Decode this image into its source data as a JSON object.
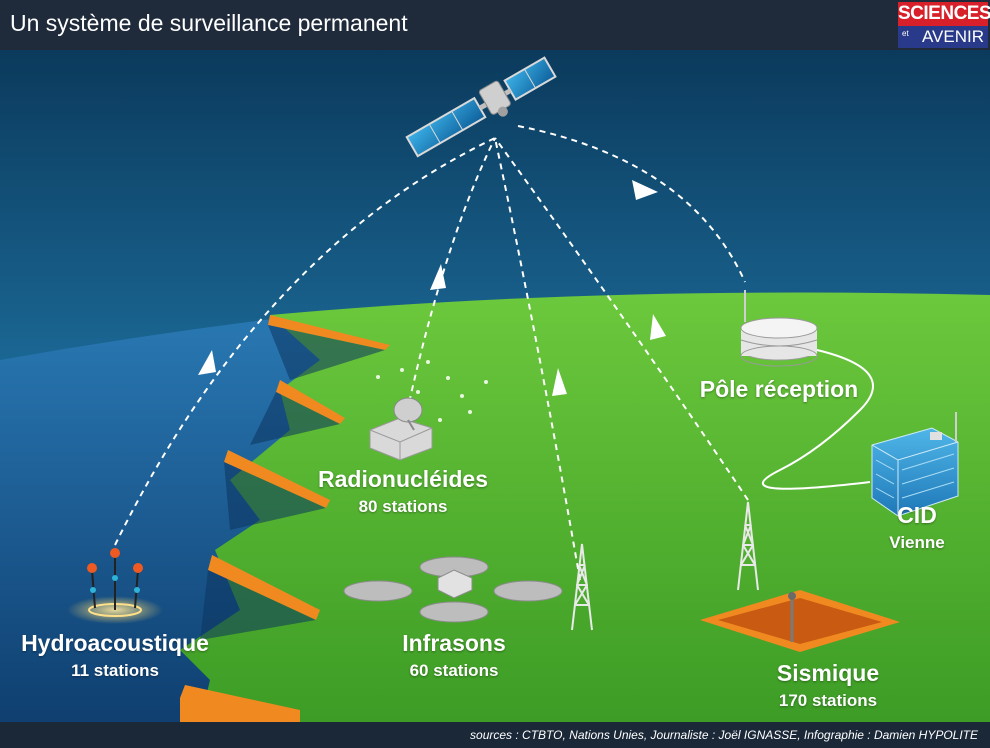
{
  "title": "Un système de surveillance permanent",
  "logo": {
    "top": "SCIENCES",
    "et": "et",
    "bottom": "AVENIR"
  },
  "sources": "sources : CTBTO, Nations Unies, Journaliste : Joël IGNASSE, Infographie : Damien HYPOLITE",
  "stations": {
    "hydro": {
      "name": "Hydroacoustique",
      "count": "11 stations"
    },
    "radio": {
      "name": "Radionucléides",
      "count": "80 stations"
    },
    "infra": {
      "name": "Infrasons",
      "count": "60 stations"
    },
    "seismic": {
      "name": "Sismique",
      "count": "170 stations"
    }
  },
  "reception": {
    "name": "Pôle réception"
  },
  "cid": {
    "name": "CID",
    "city": "Vienne"
  },
  "colors": {
    "sky_top": "#0d3f63",
    "sky_bottom": "#2a93c4",
    "sea": "#1d5f9a",
    "land": "#5fc23a",
    "land_dark": "#3e9a2a",
    "cliff": "#f08a20",
    "header": "#1f2b3a",
    "logo_red": "#d8202a",
    "logo_blue": "#2a3a8a"
  }
}
